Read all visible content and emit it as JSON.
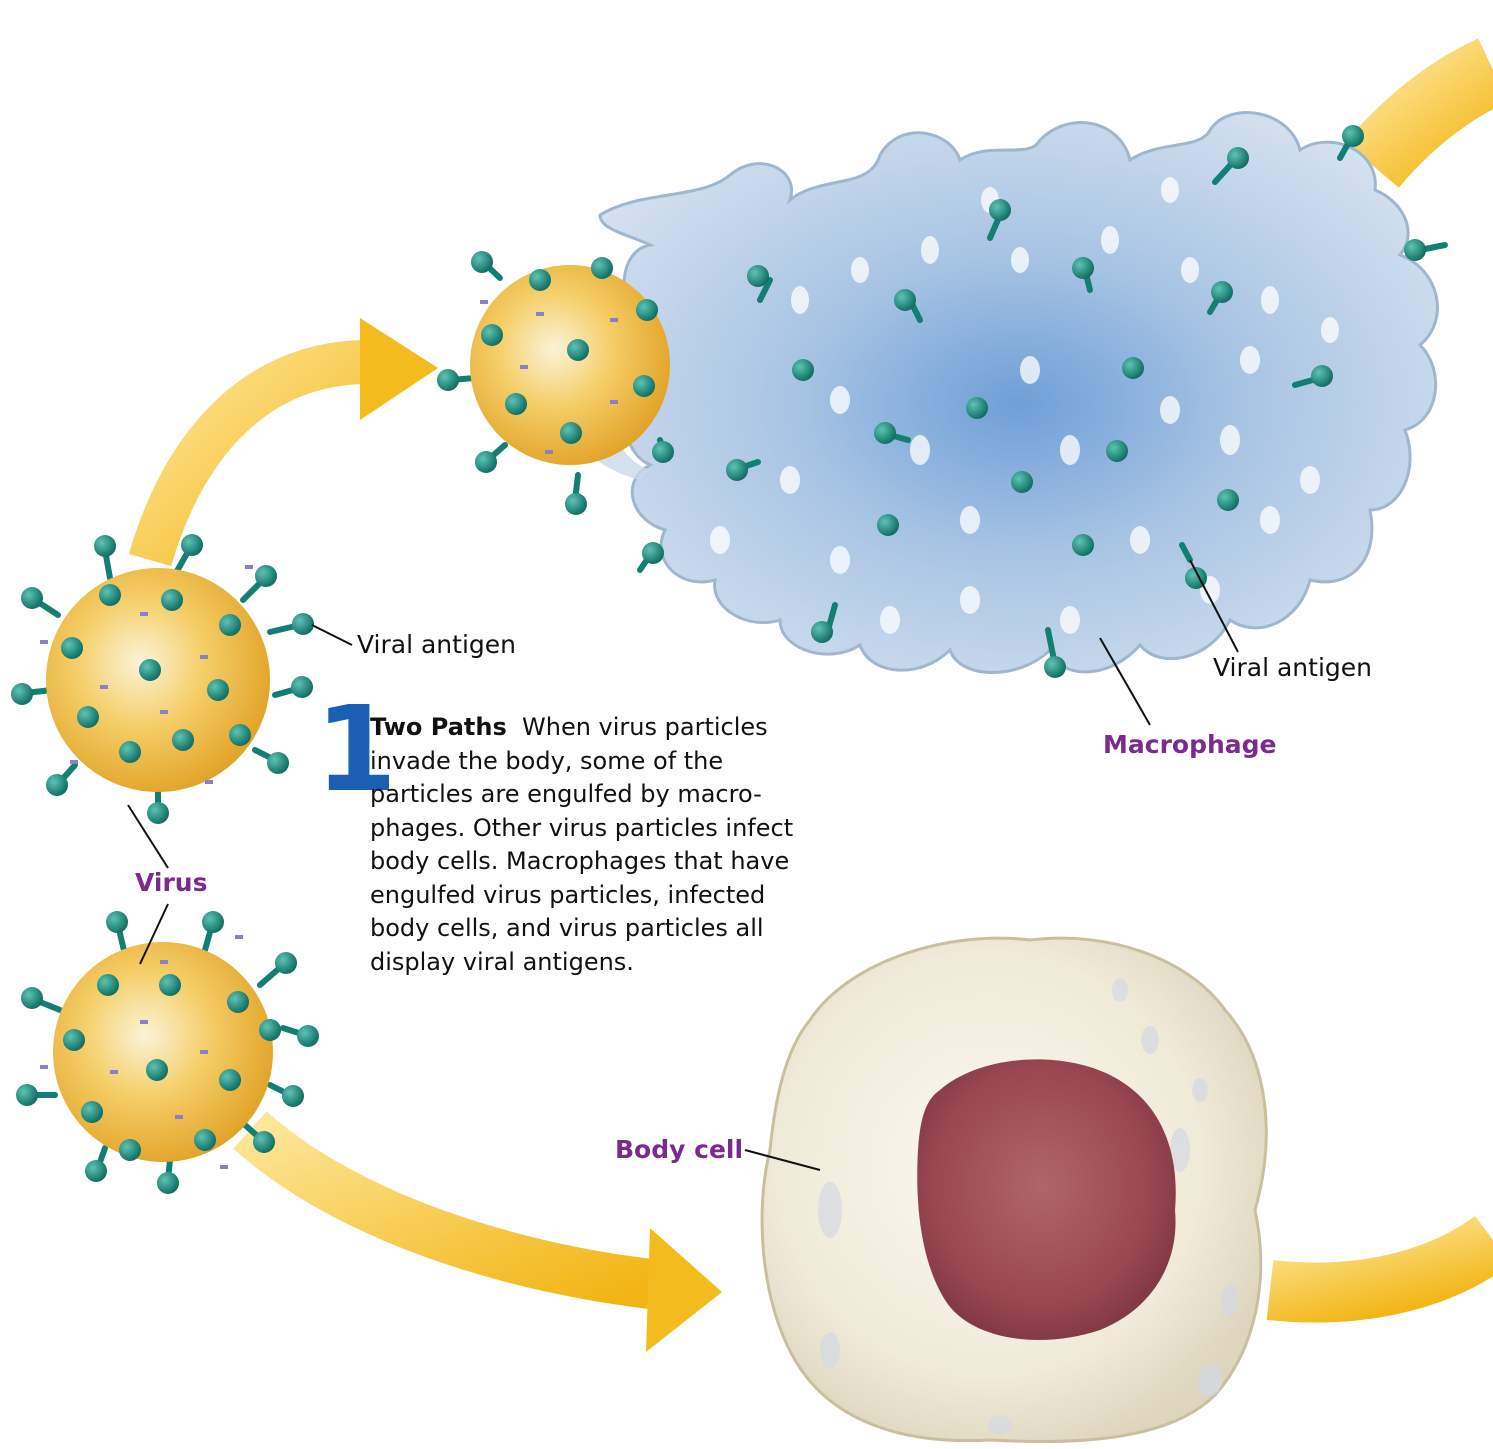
{
  "colors": {
    "label_accent": "#7b2a8e",
    "step_number": "#1a5fb4",
    "arrow": "#f6c21c",
    "antigen": "#137e72",
    "virus_body": "#f2b73a",
    "macrophage": "#b7cde4",
    "body_cell": "#efe9d6",
    "nucleus": "#9e4a52"
  },
  "labels": {
    "viral_antigen_left": "Viral antigen",
    "viral_antigen_right": "Viral antigen",
    "macrophage": "Macrophage",
    "virus": "Virus",
    "body_cell": "Body cell"
  },
  "step": {
    "number": "1",
    "title": "Two Paths",
    "text": "When virus particles invade the body, some of the particles are engulfed by macro-phages. Other virus particles infect body cells. Macrophages that have engulfed virus particles, infected body cells, and virus particles all display viral antigens."
  }
}
